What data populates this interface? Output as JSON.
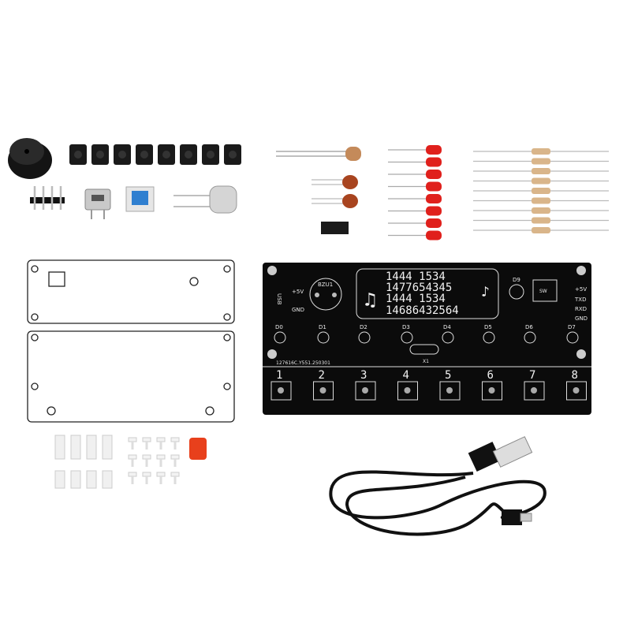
{
  "pcb": {
    "score_lines": [
      "1444 1534",
      "1477654345",
      "1444 1534",
      "14686432564"
    ],
    "buzzer_label": "BZU1",
    "usb_label": "USB",
    "power_labels": [
      "+5V",
      "GND"
    ],
    "header_labels": [
      "+5V",
      "TXD",
      "RXD",
      "GND"
    ],
    "switch_label": "SW",
    "led_labels": [
      "D0",
      "D1",
      "D2",
      "D3",
      "D4",
      "D5",
      "D6",
      "D7",
      "D9"
    ],
    "crystal_label": "X1",
    "board_code": "127616C.Y551.250301",
    "key_numbers": [
      "1",
      "2",
      "3",
      "4",
      "5",
      "6",
      "7",
      "8"
    ]
  },
  "colors": {
    "pcb": "#0b0b0b",
    "led": "#e0201c",
    "capacitor": "#a8441f",
    "button_cap": "#2f7fd0",
    "standoff": "#f0f0f0",
    "spacer_red": "#e8401c"
  }
}
